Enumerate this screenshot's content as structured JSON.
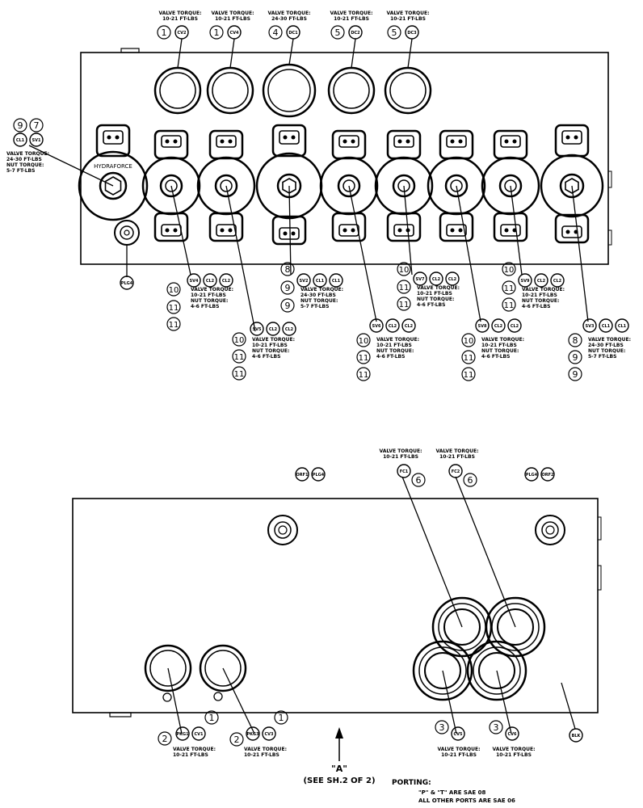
{
  "torque": {
    "v1021": [
      "VALVE TORQUE:",
      "10-21 FT-LBS"
    ],
    "v2430": [
      "VALVE TORQUE:",
      "24-30 FT-LBS"
    ],
    "v1021nut46": [
      "VALVE TORQUE:",
      "10-21 FT-LBS",
      "NUT TORQUE:",
      "4-6 FT-LBS"
    ],
    "v2430nut57": [
      "VALVE TORQUE:",
      "24-30 FT-LBS",
      "NUT TORQUE:",
      "5-7 FT-LBS"
    ]
  },
  "tags": {
    "CV2": "CV2",
    "CV4": "CV4",
    "DC1": "DC1",
    "DC2": "DC2",
    "DC3": "DC3",
    "CL1": "CL1",
    "CL2": "CL2",
    "SV1": "SV1",
    "SV2": "SV2",
    "SV3": "SV3",
    "SV4": "SV4",
    "SV5": "SV5",
    "SV6": "SV6",
    "SV7": "SV7",
    "SV8": "SV8",
    "SV9": "SV9",
    "PLG4": "PLG4",
    "ORF1": "ORF1",
    "ORF2": "ORF2",
    "FC1": "FC1",
    "FC2": "FC2",
    "PKG1": "PKG1",
    "PKG3": "PKG3",
    "CV1": "CV1",
    "CV3": "CV3",
    "CV5": "CV5",
    "CV6": "CV6",
    "BLK": "BLK"
  },
  "view_label": "\"A\"",
  "see_sheet": "(SEE SH.2 OF 2)",
  "porting": {
    "title": "PORTING:",
    "line1": "\"P\" & \"T\" ARE SAE 08",
    "line2": "ALL OTHER PORTS ARE SAE 06"
  },
  "solenoid_text": "HYDRAFORCE",
  "colors": {
    "ink": "#000000",
    "paper": "#ffffff"
  }
}
